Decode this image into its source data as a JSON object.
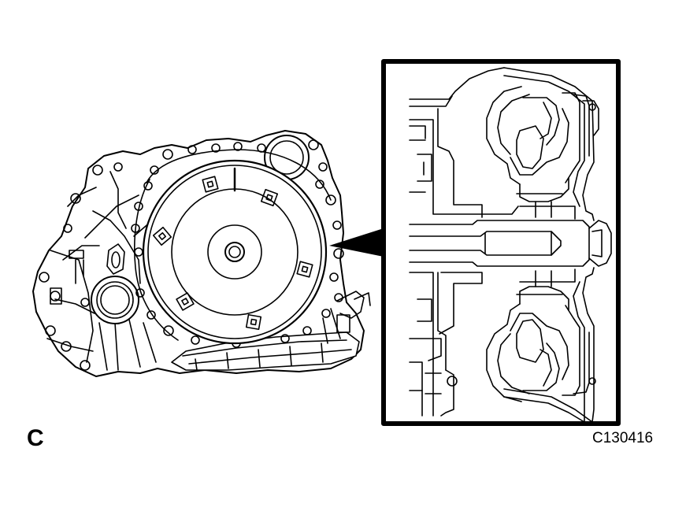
{
  "figure": {
    "view_letter": "C",
    "figure_code": "C130416",
    "subject": "automatic-transaxle-with-torque-converter",
    "detail": "torque-converter-cross-section"
  },
  "colors": {
    "line": "#000000",
    "background": "#ffffff"
  }
}
